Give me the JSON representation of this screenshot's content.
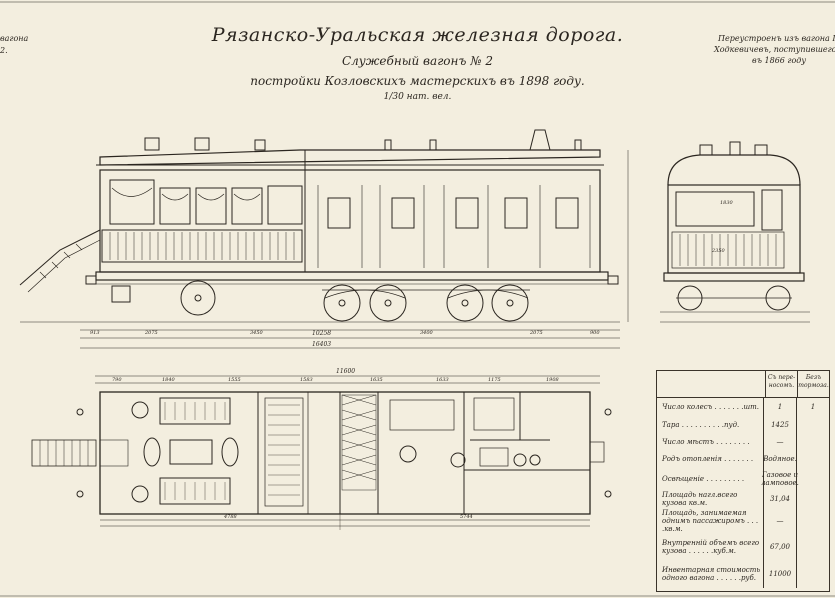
{
  "title": "Рязанско-Уральская железная дорога.",
  "subtitle_1": "Служебный вагонъ № 2",
  "subtitle_2": "постройки Козловскихъ мастерскихъ въ 1898 году.",
  "scale": "1/30 нат. вел.",
  "corner_left": [
    "вагона",
    "2."
  ],
  "corner_right": [
    "Переустроенъ изъ вагона III кл.",
    "Ходкевичевъ, поступившего",
    "въ 1866 году"
  ],
  "side_view": {
    "total_dims": [
      "10258",
      "16403"
    ],
    "segment_dims": [
      "913",
      "2075",
      "3450",
      "3400",
      "2075",
      "900"
    ]
  },
  "end_view": {
    "dims": [
      "1830",
      "2350"
    ]
  },
  "plan_view": {
    "overall": "11600",
    "top_dims": [
      "790",
      "1840",
      "1555",
      "1583",
      "1635",
      "1633",
      "1175",
      "1908"
    ],
    "bottom_dims": [
      "4788",
      "5744"
    ]
  },
  "spec_table": {
    "col_1": "Съ пере-носомъ.",
    "col_2": "Безъ тормоза.",
    "rows": [
      {
        "label": "Число колесъ . . . . . . .шт.",
        "v1": "1",
        "v2": "1"
      },
      {
        "label": "Тара . . . . . . . . . .пуд.",
        "v1": "1425",
        "v2": ""
      },
      {
        "label": "Число мѣстъ . . . . . . . .",
        "v1": "—",
        "v2": ""
      },
      {
        "label": "Родъ отопленія . . . . . . .",
        "v1": "Водяное.",
        "v2": ""
      },
      {
        "label": "Освѣщеніе . . . . . . . . .",
        "v1": "Газовое и ламповое.",
        "v2": ""
      },
      {
        "label": "Площадь нагл.всего кузова кв.м.",
        "v1": "31,04",
        "v2": ""
      },
      {
        "label": "Площадь, занимаемая однимъ пассажиромъ . . . .кв.м.",
        "v1": "—",
        "v2": ""
      },
      {
        "label": "Внутренній объемъ всего кузова . . . . . .куб.м.",
        "v1": "67,00",
        "v2": ""
      },
      {
        "label": "Инвентарная стоимость одного вагона . . . . . .руб.",
        "v1": "11000",
        "v2": ""
      }
    ]
  }
}
